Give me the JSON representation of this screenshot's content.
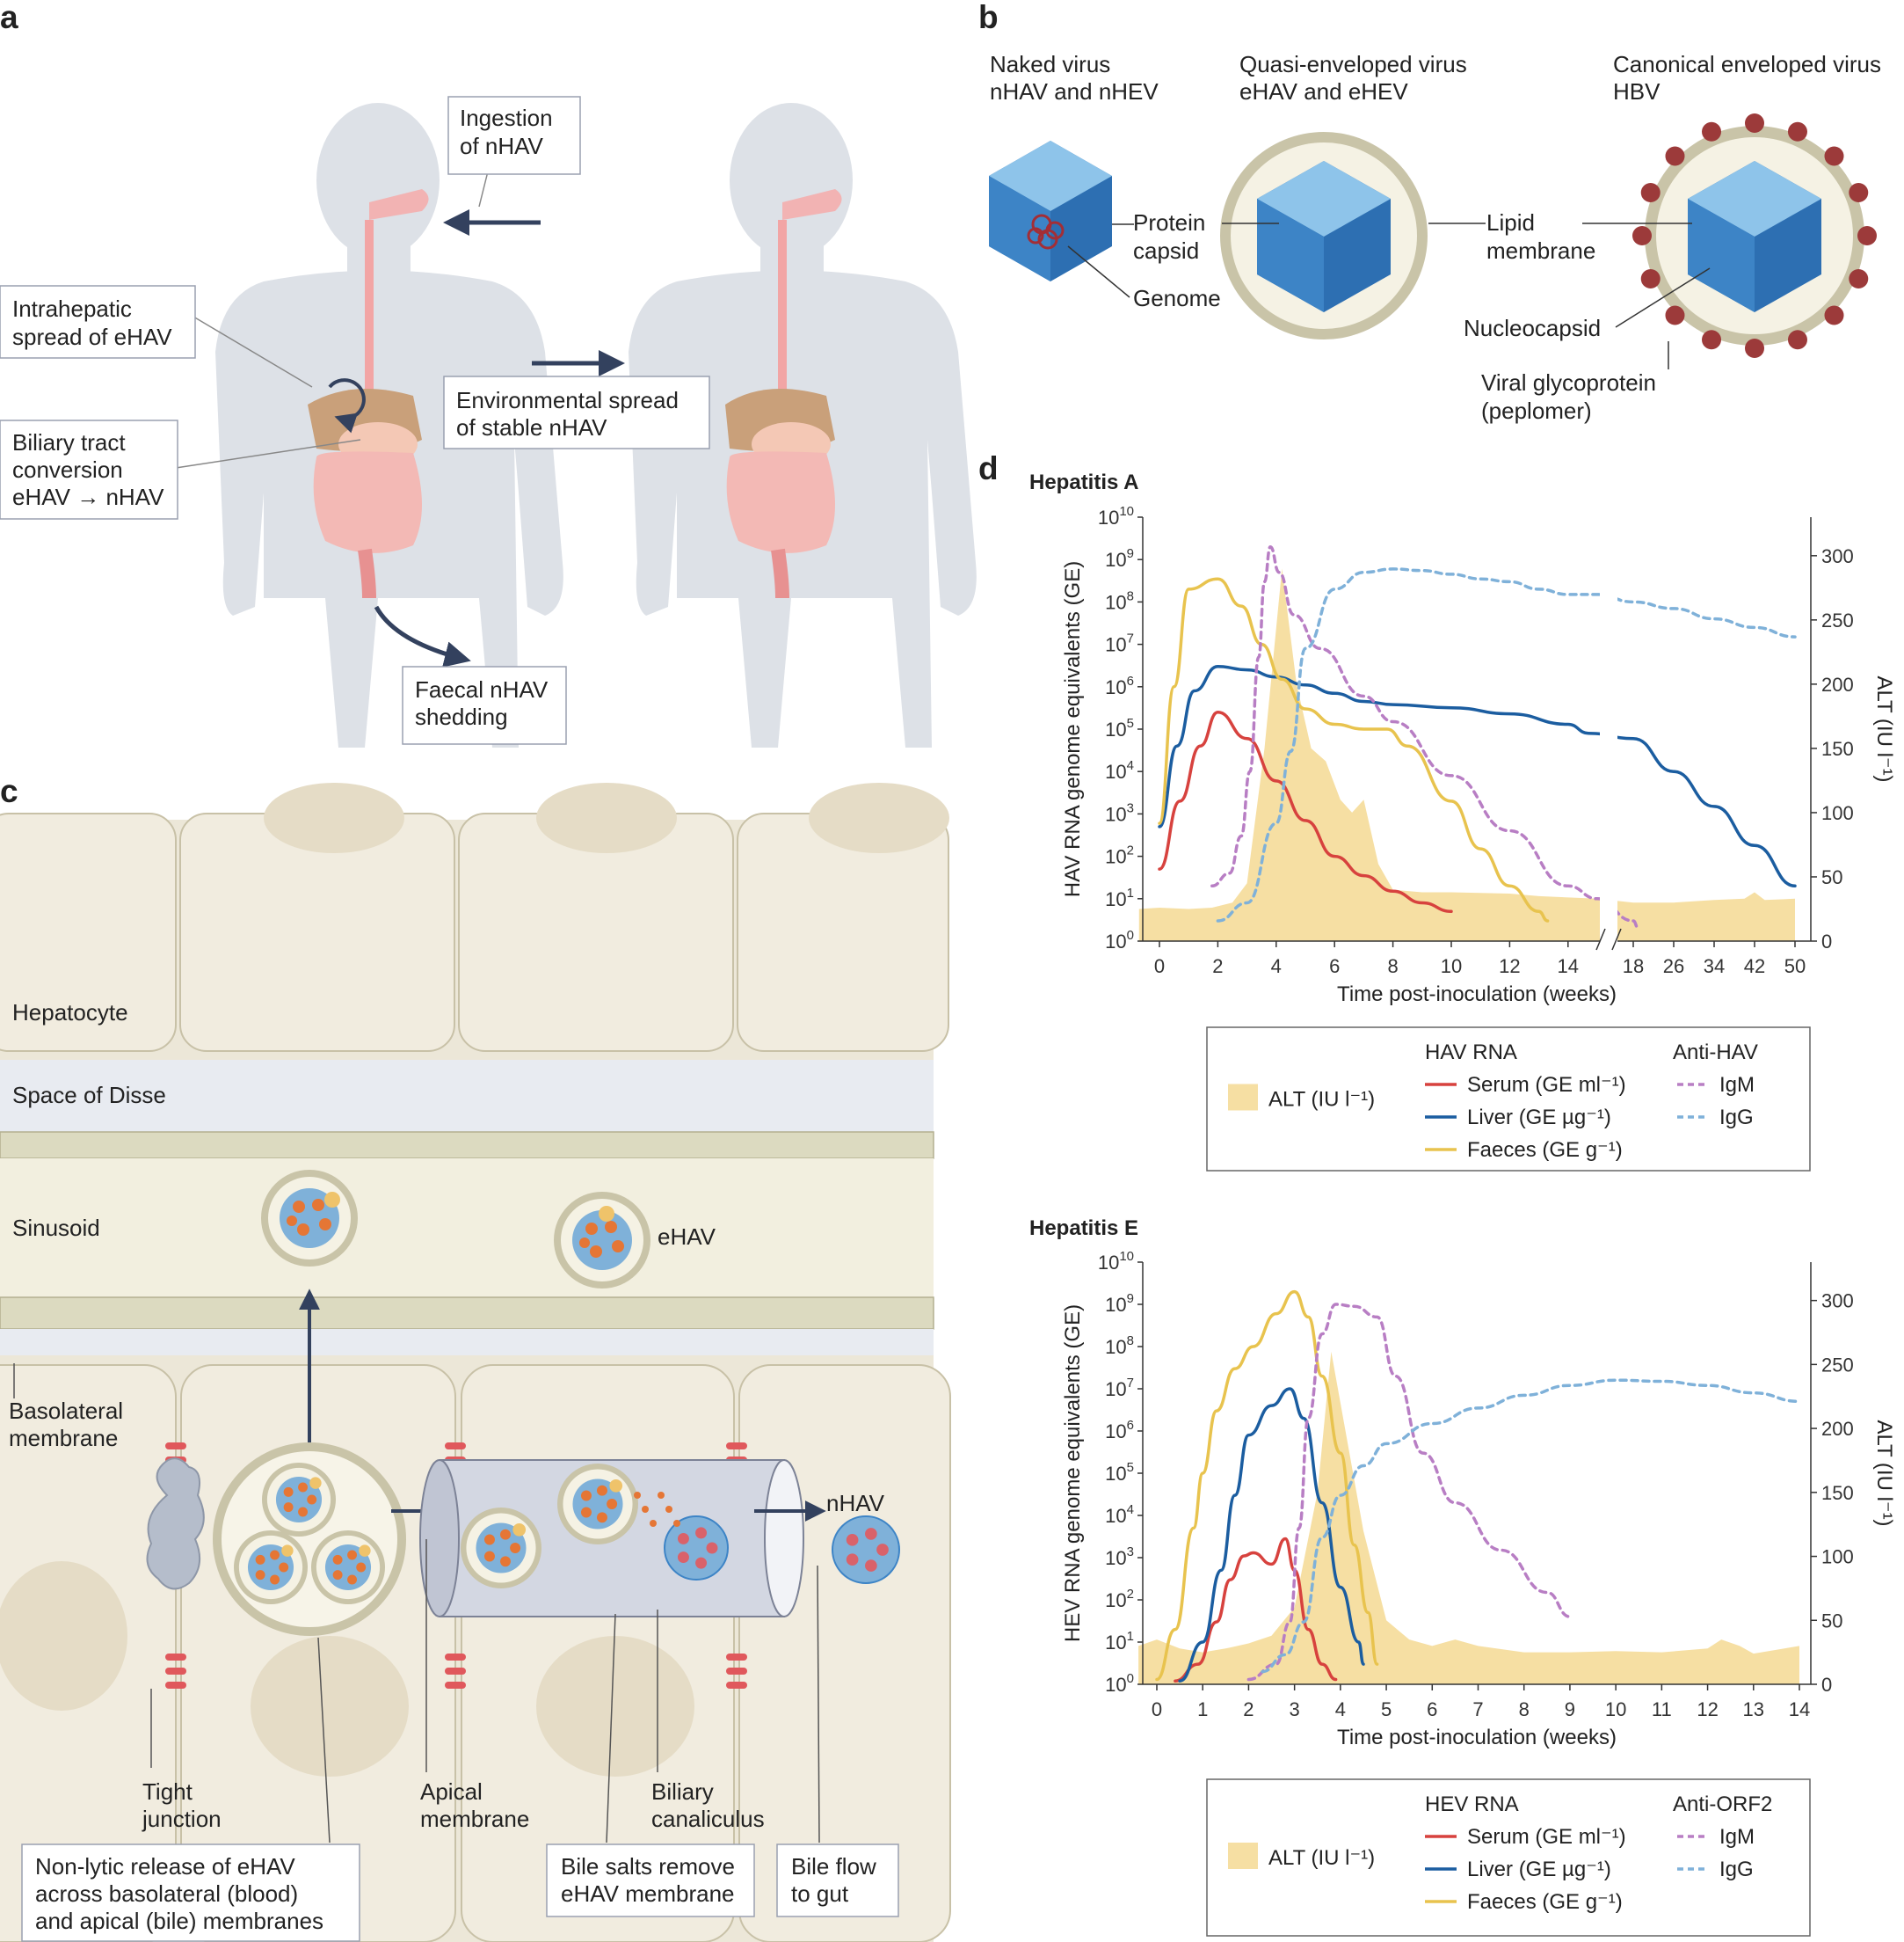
{
  "panels": {
    "a": {
      "label": "a",
      "callouts": {
        "ingestion": [
          "Ingestion",
          "of nHAV"
        ],
        "intrahepatic": [
          "Intrahepatic",
          "spread of eHAV"
        ],
        "biliary": [
          "Biliary tract",
          "conversion",
          "eHAV → nHAV"
        ],
        "environmental": [
          "Environmental spread",
          "of stable nHAV"
        ],
        "faecal": [
          "Faecal nHAV",
          "shedding"
        ]
      }
    },
    "b": {
      "label": "b",
      "headers": {
        "naked": [
          "Naked virus",
          "nHAV and nHEV"
        ],
        "quasi": [
          "Quasi-enveloped virus",
          "eHAV and eHEV"
        ],
        "canonical": [
          "Canonical enveloped virus",
          "HBV"
        ]
      },
      "labels": {
        "protein_capsid": [
          "Protein",
          "capsid"
        ],
        "genome": "Genome",
        "lipid_membrane": [
          "Lipid",
          "membrane"
        ],
        "nucleocapsid": "Nucleocapsid",
        "glycoprotein": [
          "Viral glycoprotein",
          "(peplomer)"
        ]
      }
    },
    "c": {
      "label": "c",
      "labels": {
        "hepatocyte": "Hepatocyte",
        "disse": "Space of Disse",
        "sinusoid": "Sinusoid",
        "ehav": "eHAV",
        "basolateral": [
          "Basolateral",
          "membrane"
        ],
        "nhav": "nHAV",
        "tight_junction": [
          "Tight",
          "junction"
        ],
        "apical": [
          "Apical",
          "membrane"
        ],
        "canaliculus": [
          "Biliary",
          "canaliculus"
        ],
        "nonlytic": [
          "Non-lytic release of eHAV",
          "across basolateral (blood)",
          "and apical (bile) membranes"
        ],
        "bile_salts": [
          "Bile salts remove",
          "eHAV membrane"
        ],
        "bile_flow": [
          "Bile flow",
          "to gut"
        ]
      }
    },
    "d": {
      "label": "d"
    }
  },
  "chart_data": [
    {
      "type": "line",
      "title": "Hepatitis A",
      "ylabel": "HAV RNA genome equivalents (GE)",
      "y2label": "ALT (IU l⁻¹)",
      "xlabel": "Time post-inoculation (weeks)",
      "y_log": true,
      "ylim": [
        1,
        10000000000
      ],
      "y2lim": [
        0,
        330
      ],
      "y_ticks": [
        "10",
        "10",
        "10",
        "10",
        "10",
        "10",
        "10",
        "10",
        "10",
        "10",
        "10"
      ],
      "y_tick_exponents": [
        "0",
        "1",
        "2",
        "3",
        "4",
        "5",
        "6",
        "7",
        "8",
        "9",
        "10"
      ],
      "y2_ticks": [
        0,
        50,
        100,
        150,
        200,
        250,
        300
      ],
      "x_ticks": [
        "0",
        "2",
        "4",
        "6",
        "8",
        "10",
        "12",
        "14",
        "18",
        "26",
        "34",
        "42",
        "50"
      ],
      "axis_break_after_week": 15,
      "alt_area": [
        [
          -0.7,
          25
        ],
        [
          0,
          26
        ],
        [
          1,
          25
        ],
        [
          1.8,
          26
        ],
        [
          2.5,
          30
        ],
        [
          3,
          45
        ],
        [
          3.6,
          150
        ],
        [
          4.2,
          290
        ],
        [
          4.7,
          200
        ],
        [
          5.2,
          150
        ],
        [
          5.7,
          140
        ],
        [
          6.2,
          110
        ],
        [
          6.6,
          100
        ],
        [
          7,
          110
        ],
        [
          7.5,
          60
        ],
        [
          8,
          40
        ],
        [
          9,
          38
        ],
        [
          10,
          38
        ],
        [
          12,
          37
        ],
        [
          13,
          35
        ],
        [
          15,
          33
        ],
        [
          18,
          30
        ],
        [
          26,
          30
        ],
        [
          34,
          32
        ],
        [
          40,
          33
        ],
        [
          42,
          38
        ],
        [
          44,
          32
        ],
        [
          50,
          33
        ]
      ],
      "series": [
        {
          "name": "Serum (GE ml⁻¹)",
          "group": "HAV RNA",
          "style": "solid",
          "color": "#d7423e",
          "points": [
            [
              0,
              50
            ],
            [
              0.7,
              2000
            ],
            [
              1.4,
              40000
            ],
            [
              2,
              250000
            ],
            [
              3,
              60000
            ],
            [
              4,
              6000
            ],
            [
              5,
              700
            ],
            [
              6,
              100
            ],
            [
              7,
              35
            ],
            [
              8,
              15
            ],
            [
              9,
              8
            ],
            [
              10,
              5
            ]
          ]
        },
        {
          "name": "Liver (GE µg⁻¹)",
          "group": "HAV RNA",
          "style": "solid",
          "color": "#1b5da0",
          "points": [
            [
              0,
              500
            ],
            [
              0.6,
              40000
            ],
            [
              1.2,
              800000
            ],
            [
              2,
              3000000
            ],
            [
              3,
              2500000
            ],
            [
              4,
              1700000
            ],
            [
              5,
              1100000
            ],
            [
              6,
              700000
            ],
            [
              7,
              450000
            ],
            [
              8,
              380000
            ],
            [
              10,
              320000
            ],
            [
              12,
              230000
            ],
            [
              14,
              130000
            ],
            [
              14.7,
              80000
            ],
            [
              18,
              60000
            ],
            [
              26,
              10000
            ],
            [
              34,
              1500
            ],
            [
              42,
              180
            ],
            [
              50,
              20
            ]
          ]
        },
        {
          "name": "Faeces (GE g⁻¹)",
          "group": "HAV RNA",
          "style": "solid",
          "color": "#e8c34e",
          "points": [
            [
              0,
              600
            ],
            [
              0.5,
              1000000
            ],
            [
              1,
              200000000
            ],
            [
              2,
              350000000
            ],
            [
              2.8,
              80000000
            ],
            [
              3.5,
              10000000
            ],
            [
              4.2,
              1500000
            ],
            [
              5,
              300000
            ],
            [
              6,
              130000
            ],
            [
              7,
              100000
            ],
            [
              7.8,
              100000
            ],
            [
              8.5,
              40000
            ],
            [
              10,
              2000
            ],
            [
              11,
              150
            ],
            [
              12,
              20
            ],
            [
              13,
              5
            ],
            [
              13.3,
              3
            ]
          ]
        },
        {
          "name": "IgM",
          "group": "Anti-HAV",
          "style": "dash",
          "color": "#b87ec4",
          "points": [
            [
              1.8,
              20
            ],
            [
              2.4,
              40
            ],
            [
              2.8,
              300
            ],
            [
              3.1,
              10000
            ],
            [
              3.4,
              5000000
            ],
            [
              3.6,
              300000000
            ],
            [
              3.8,
              2000000000
            ],
            [
              4.1,
              500000000
            ],
            [
              4.6,
              50000000
            ],
            [
              5.5,
              8000000
            ],
            [
              7,
              600000
            ],
            [
              8,
              150000
            ],
            [
              10,
              8000
            ],
            [
              12,
              400
            ],
            [
              14,
              20
            ],
            [
              15,
              10
            ],
            [
              18,
              3
            ],
            [
              19,
              2
            ]
          ]
        },
        {
          "name": "IgG",
          "group": "Anti-HAV",
          "style": "dash",
          "color": "#7fb1d9",
          "points": [
            [
              2,
              3
            ],
            [
              3,
              8
            ],
            [
              4,
              600
            ],
            [
              4.5,
              30000
            ],
            [
              5,
              8000000
            ],
            [
              6,
              200000000
            ],
            [
              7,
              500000000
            ],
            [
              8,
              600000000
            ],
            [
              9,
              550000000
            ],
            [
              10,
              450000000
            ],
            [
              11,
              350000000
            ],
            [
              12,
              300000000
            ],
            [
              13,
              200000000
            ],
            [
              14,
              150000000
            ],
            [
              15,
              150000000
            ],
            [
              18,
              100000000
            ],
            [
              26,
              70000000
            ],
            [
              34,
              40000000
            ],
            [
              42,
              25000000
            ],
            [
              50,
              15000000
            ]
          ]
        }
      ],
      "legend": {
        "alt": "ALT (IU l⁻¹)",
        "group1": "HAV RNA",
        "group2": "Anti-HAV"
      }
    },
    {
      "type": "line",
      "title": "Hepatitis E",
      "ylabel": "HEV RNA genome equivalents (GE)",
      "y2label": "ALT (IU l⁻¹)",
      "xlabel": "Time post-inoculation (weeks)",
      "y_log": true,
      "ylim": [
        1,
        10000000000
      ],
      "y2lim": [
        0,
        330
      ],
      "y_ticks": [
        "10",
        "10",
        "10",
        "10",
        "10",
        "10",
        "10",
        "10",
        "10",
        "10",
        "10"
      ],
      "y_tick_exponents": [
        "0",
        "1",
        "2",
        "3",
        "4",
        "5",
        "6",
        "7",
        "8",
        "9",
        "10"
      ],
      "y2_ticks": [
        0,
        50,
        100,
        150,
        200,
        250,
        300
      ],
      "x_ticks": [
        "0",
        "1",
        "2",
        "3",
        "4",
        "5",
        "6",
        "7",
        "8",
        "9",
        "10",
        "11",
        "12",
        "13",
        "14"
      ],
      "alt_area": [
        [
          -0.4,
          30
        ],
        [
          0,
          35
        ],
        [
          0.5,
          28
        ],
        [
          1,
          25
        ],
        [
          1.5,
          28
        ],
        [
          2,
          32
        ],
        [
          2.5,
          38
        ],
        [
          3,
          60
        ],
        [
          3.5,
          150
        ],
        [
          3.8,
          260
        ],
        [
          4.1,
          200
        ],
        [
          4.5,
          120
        ],
        [
          5,
          50
        ],
        [
          5.5,
          35
        ],
        [
          6,
          30
        ],
        [
          6.5,
          35
        ],
        [
          7,
          30
        ],
        [
          8,
          25
        ],
        [
          9,
          25
        ],
        [
          10,
          26
        ],
        [
          11,
          25
        ],
        [
          12,
          28
        ],
        [
          12.3,
          35
        ],
        [
          12.7,
          30
        ],
        [
          13,
          24
        ],
        [
          14,
          30
        ]
      ],
      "series": [
        {
          "name": "Serum (GE ml⁻¹)",
          "group": "HEV RNA",
          "style": "solid",
          "color": "#d7423e",
          "points": [
            [
              0.4,
              1.2
            ],
            [
              0.9,
              3
            ],
            [
              1.3,
              30
            ],
            [
              1.6,
              300
            ],
            [
              1.9,
              1100
            ],
            [
              2.1,
              1300
            ],
            [
              2.5,
              700
            ],
            [
              2.8,
              2800
            ],
            [
              3,
              500
            ],
            [
              3.3,
              20
            ],
            [
              3.6,
              3
            ],
            [
              3.9,
              1.3
            ]
          ]
        },
        {
          "name": "Liver (GE µg⁻¹)",
          "group": "HEV RNA",
          "style": "solid",
          "color": "#1b5da0",
          "points": [
            [
              0.5,
              1.2
            ],
            [
              1,
              10
            ],
            [
              1.4,
              500
            ],
            [
              1.7,
              30000
            ],
            [
              2,
              800000
            ],
            [
              2.5,
              4000000
            ],
            [
              2.9,
              10000000
            ],
            [
              3.2,
              2000000
            ],
            [
              3.6,
              20000
            ],
            [
              4,
              200
            ],
            [
              4.4,
              10
            ],
            [
              4.5,
              3
            ]
          ]
        },
        {
          "name": "Faeces (GE g⁻¹)",
          "group": "HEV RNA",
          "style": "solid",
          "color": "#e8c34e",
          "points": [
            [
              0,
              1.3
            ],
            [
              0.4,
              20
            ],
            [
              0.8,
              5000
            ],
            [
              1,
              100000
            ],
            [
              1.3,
              3000000
            ],
            [
              1.7,
              30000000
            ],
            [
              2.1,
              100000000
            ],
            [
              2.6,
              600000000
            ],
            [
              3,
              2000000000
            ],
            [
              3.3,
              500000000
            ],
            [
              3.6,
              20000000
            ],
            [
              4,
              300000
            ],
            [
              4.3,
              2000
            ],
            [
              4.6,
              50
            ],
            [
              4.8,
              3
            ]
          ]
        },
        {
          "name": "IgM",
          "group": "Anti-ORF2",
          "style": "dash",
          "color": "#b87ec4",
          "points": [
            [
              2,
              1.3
            ],
            [
              2.6,
              3
            ],
            [
              2.9,
              30
            ],
            [
              3.1,
              5000
            ],
            [
              3.3,
              2000000
            ],
            [
              3.6,
              200000000
            ],
            [
              3.9,
              1000000000
            ],
            [
              4.3,
              900000000
            ],
            [
              4.8,
              500000000
            ],
            [
              5.2,
              20000000
            ],
            [
              5.8,
              300000
            ],
            [
              6.5,
              20000
            ],
            [
              7.5,
              1500
            ],
            [
              8.5,
              150
            ],
            [
              9,
              40
            ]
          ]
        },
        {
          "name": "IgG",
          "group": "Anti-ORF2",
          "style": "dash",
          "color": "#7fb1d9",
          "points": [
            [
              2.3,
              2
            ],
            [
              2.8,
              5
            ],
            [
              3.2,
              30
            ],
            [
              3.6,
              3000
            ],
            [
              4,
              30000
            ],
            [
              4.5,
              150000
            ],
            [
              5,
              500000
            ],
            [
              6,
              1500000
            ],
            [
              7,
              3500000
            ],
            [
              8,
              7000000
            ],
            [
              9,
              12000000
            ],
            [
              10,
              16000000
            ],
            [
              11,
              15000000
            ],
            [
              12,
              12000000
            ],
            [
              13,
              8000000
            ],
            [
              14,
              5000000
            ]
          ]
        }
      ],
      "legend": {
        "alt": "ALT (IU l⁻¹)",
        "group1": "HEV RNA",
        "group2": "Anti-ORF2"
      }
    }
  ],
  "colors": {
    "silhouette": "#dde1e7",
    "arrow": "#33415e",
    "capsid_light": "#8ec4ea",
    "capsid_dark": "#2d6fb2",
    "membrane": "#c9c4a8",
    "peplomer": "#9c3a3a",
    "cell": "#f1ecdf",
    "disse": "#e8ebf1",
    "alt_fill": "#f6dfa3"
  }
}
